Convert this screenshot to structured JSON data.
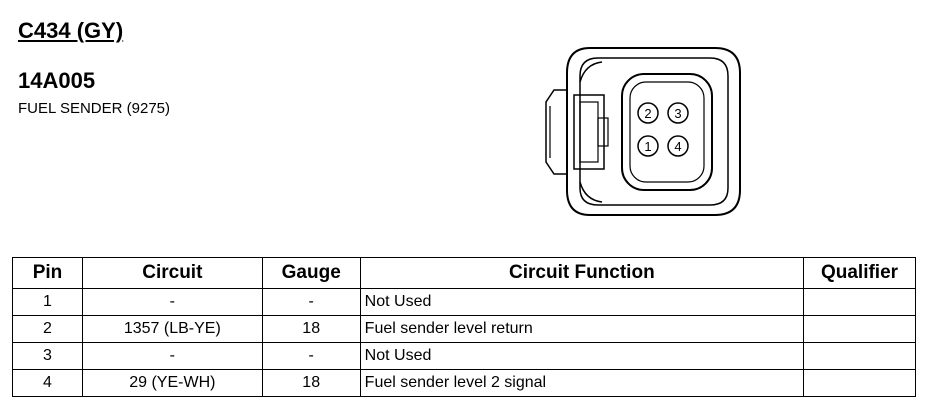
{
  "connector": {
    "id": "C434 (GY)",
    "part_number": "14A005",
    "description": "FUEL SENDER (9275)",
    "pin_labels": [
      "2",
      "3",
      "1",
      "4"
    ]
  },
  "table": {
    "headers": [
      "Pin",
      "Circuit",
      "Gauge",
      "Circuit Function",
      "Qualifier"
    ],
    "rows": [
      {
        "pin": "1",
        "circuit": "-",
        "gauge": "-",
        "function": "Not Used",
        "qualifier": ""
      },
      {
        "pin": "2",
        "circuit": "1357 (LB-YE)",
        "gauge": "18",
        "function": "Fuel sender level return",
        "qualifier": ""
      },
      {
        "pin": "3",
        "circuit": "-",
        "gauge": "-",
        "function": "Not Used",
        "qualifier": ""
      },
      {
        "pin": "4",
        "circuit": "29 (YE-WH)",
        "gauge": "18",
        "function": "Fuel sender level 2 signal",
        "qualifier": ""
      }
    ]
  }
}
